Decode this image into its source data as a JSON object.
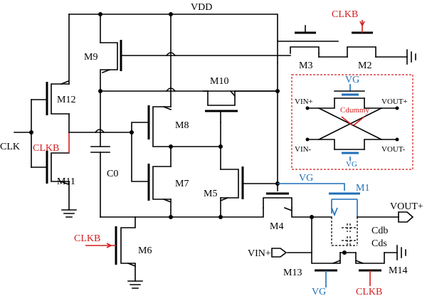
{
  "labels": {
    "vdd": "VDD",
    "clk": "CLK",
    "clkb_top": "CLKB",
    "clkb_left": "CLKB",
    "clkb_m6": "CLKB",
    "clkb_m14": "CLKB",
    "c0": "C0",
    "vg_m5": "VG",
    "vg_m13": "VG",
    "vin_plus": "VIN+",
    "vout_plus": "VOUT+",
    "cdb": "Cdb",
    "cds": "Cds"
  },
  "transistors": [
    "M1",
    "M2",
    "M3",
    "M4",
    "M5",
    "M6",
    "M7",
    "M8",
    "M9",
    "M10",
    "M11",
    "M12",
    "M13",
    "M14"
  ],
  "inset": {
    "vg_top": "VG",
    "vg_bottom": "VG",
    "vin_plus": "VIN+",
    "vin_minus": "VIN-",
    "vout_plus": "VOUT+",
    "vout_minus": "VOUT-",
    "cdummy": "Cdummy"
  },
  "colors": {
    "wire": "#000000",
    "clock": "#d11e1e",
    "gate_signal": "#1f6fb8"
  }
}
